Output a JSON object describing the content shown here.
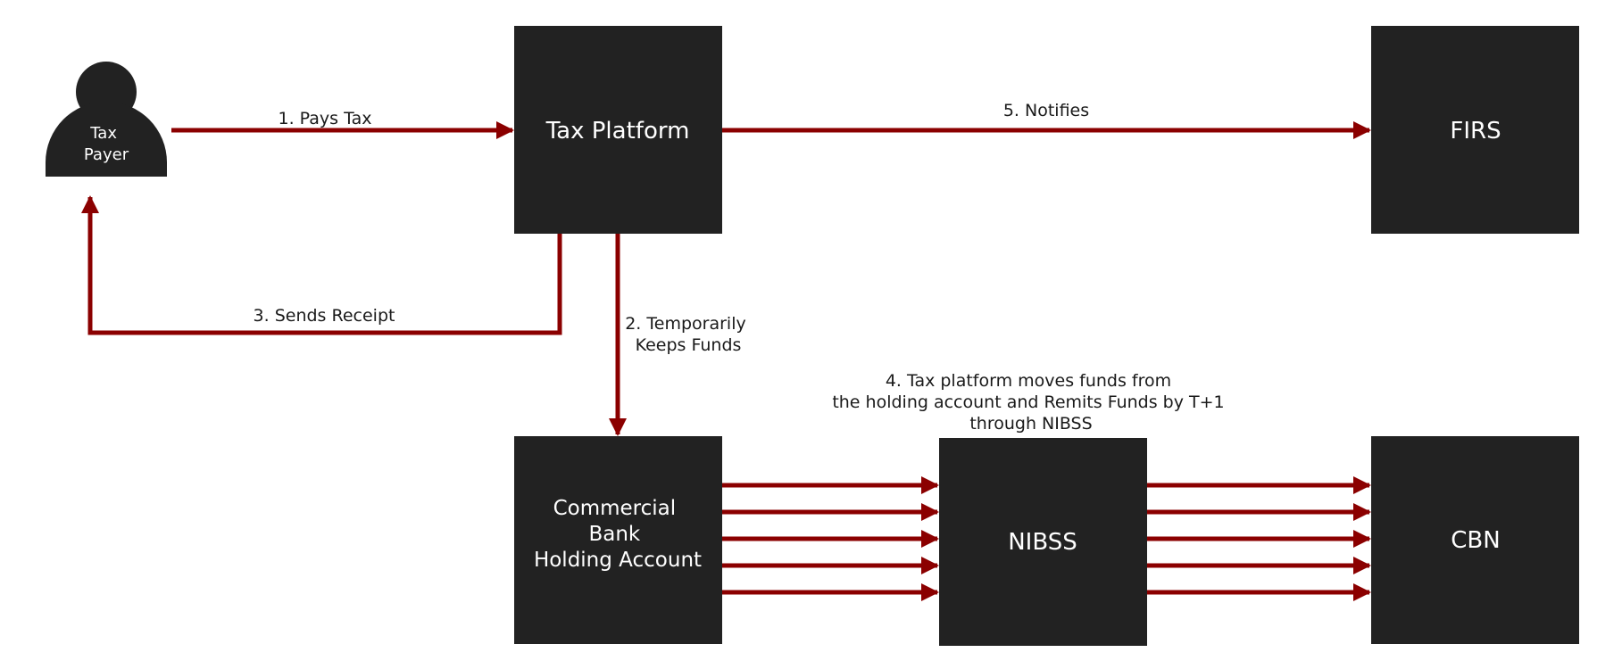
{
  "colors": {
    "box": "#222222",
    "arrow": "#8b0000",
    "text_on_box": "#ffffff"
  },
  "nodes": {
    "tax_payer": {
      "lines": [
        "Tax",
        "Payer"
      ],
      "icon": "person-icon"
    },
    "tax_platform": {
      "lines": [
        "Tax Platform"
      ]
    },
    "firs": {
      "lines": [
        "FIRS"
      ]
    },
    "holding_account": {
      "lines": [
        "Commercial",
        "Bank",
        "Holding Account"
      ]
    },
    "nibss": {
      "lines": [
        "NIBSS"
      ]
    },
    "cbn": {
      "lines": [
        "CBN"
      ]
    }
  },
  "edges": {
    "pays_tax": {
      "lines": [
        "1. Pays Tax"
      ]
    },
    "keeps_funds": {
      "lines": [
        "2. Temporarily",
        "Keeps Funds"
      ]
    },
    "sends_receipt": {
      "lines": [
        "3. Sends Receipt"
      ]
    },
    "remits_funds": {
      "lines": [
        "4. Tax platform moves funds from",
        "the holding account and Remits Funds by T+1",
        "through NIBSS"
      ]
    },
    "notifies": {
      "lines": [
        "5. Notifies"
      ]
    }
  }
}
